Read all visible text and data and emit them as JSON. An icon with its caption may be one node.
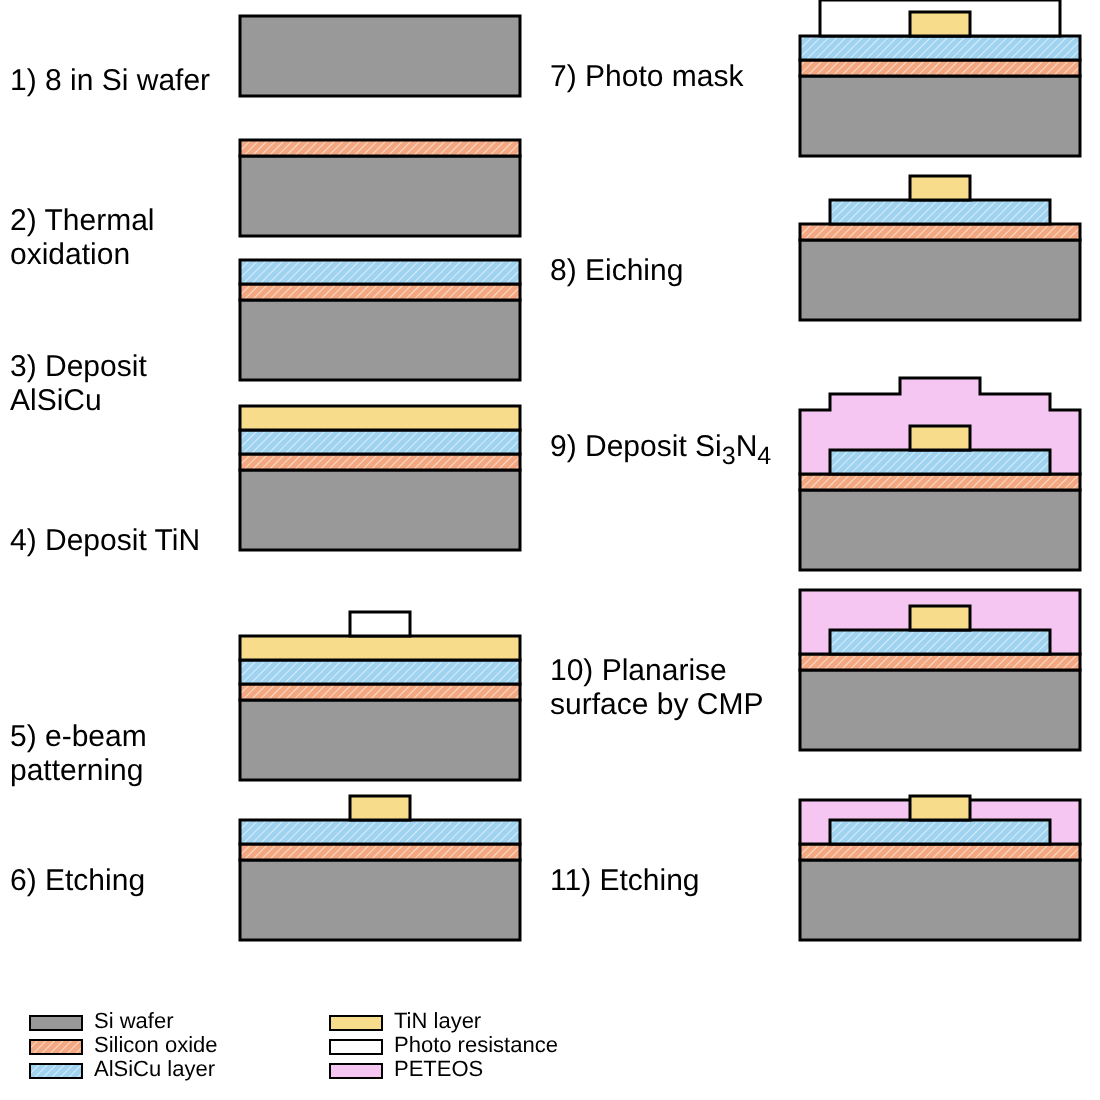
{
  "diagram": {
    "labels": [
      "1) 8 in Si wafer",
      "2) Thermal oxidation",
      "3) Deposit AlSiCu",
      "4) Deposit TiN",
      "5) e-beam patterning",
      "6) Etching",
      "7) Photo mask",
      "8) Eiching",
      "9) Deposit Si$_{3}$N$_{4}$",
      "10) Planarise surface by CMP",
      "11) Etching"
    ],
    "legend": [
      {
        "text": "Si wafer",
        "color": "#999999"
      },
      {
        "text": "Silicon oxide",
        "color": "#f4a882"
      },
      {
        "text": "AlSiCu layer",
        "color": "#9fd3f0"
      },
      {
        "text": "TiN layer",
        "color": "#f7dc8c"
      },
      {
        "text": "Photo resistance",
        "color": "#ffffff"
      },
      {
        "text": "PETEOS",
        "color": "#f6c6f2"
      }
    ]
  }
}
